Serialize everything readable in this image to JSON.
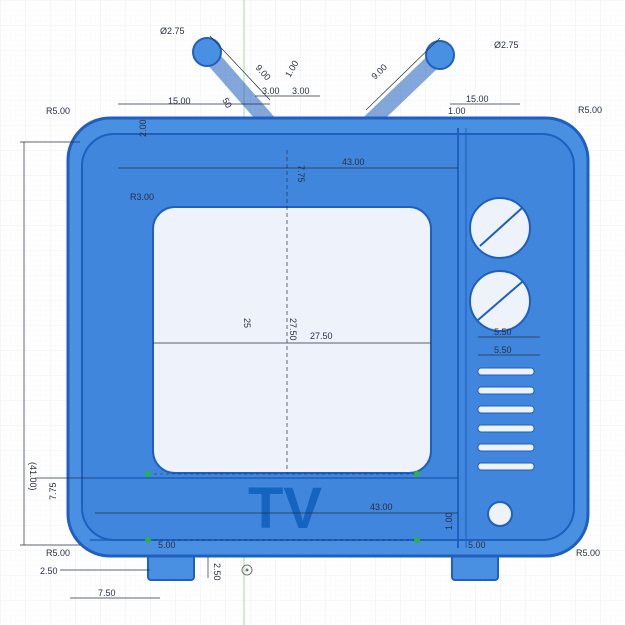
{
  "sketch": {
    "title_text": "TV",
    "colors": {
      "background": "#ffffff",
      "grid": "#e3e6ef",
      "axis": "#9be39b",
      "body_fill": "#4a90e2",
      "body_stroke": "#1e5fbf",
      "screen_fill": "#eef2fb",
      "dimension": "#2a2f45",
      "point": "#2bb24c"
    },
    "dimensions": {
      "antenna_diameter_left": "Ø2.75",
      "antenna_diameter_right": "Ø2.75",
      "antenna_length_left": "9.00",
      "antenna_length_right": "9.00",
      "gap_1": "1.00",
      "gap_3": "3.00",
      "gap_3b": "3.00",
      "antenna_angle": "50",
      "top_left_offset": "15.00",
      "top_right_offset": "15.00",
      "top_right_gap": "1.00",
      "corner_radius_tl": "R5.00",
      "corner_radius_tr": "R5.00",
      "corner_radius_bl": "R5.00",
      "corner_radius_br": "R5.00",
      "wall_thickness": "2.00",
      "inner_width_top": "43.00",
      "inner_width_bottom": "43.00",
      "top_inset": "7.75",
      "bottom_inset": "7.75",
      "screen_radius": "R3.00",
      "screen_height": "25",
      "screen_height_b": "27.50",
      "screen_width": "27.50",
      "knob_spacing_a": "5.50",
      "knob_spacing_b": "5.50",
      "overall_height": "(41.00)",
      "leg_width": "5.00",
      "leg_width_right": "5.00",
      "leg_height": "2.50",
      "leg_offset": "2.50",
      "leg_inset": "7.50",
      "bottom_gap": "1.00"
    }
  }
}
